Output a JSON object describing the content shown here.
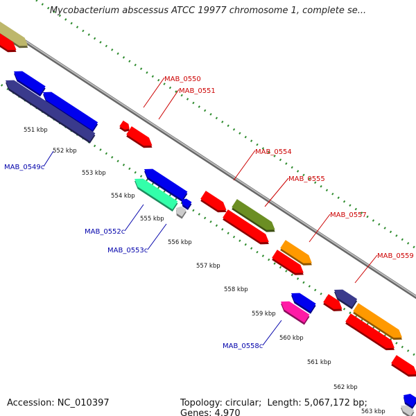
{
  "title": "Mycobacterium abscessus ATCC 19977 chromosome 1, complete se...",
  "footer": {
    "accession_label": "Accession:",
    "accession": "NC_010397",
    "topology_label": "Topology:",
    "topology": "circular;",
    "length_label": "Length:",
    "length": "5,067,172 bp;",
    "genes_label": "Genes:",
    "genes": "4,970"
  },
  "ticks": [
    {
      "label": "551 kbp"
    },
    {
      "label": "552 kbp"
    },
    {
      "label": "553 kbp"
    },
    {
      "label": "554 kbp"
    },
    {
      "label": "555 kbp"
    },
    {
      "label": "556 kbp"
    },
    {
      "label": "557 kbp"
    },
    {
      "label": "558 kbp"
    },
    {
      "label": "559 kbp"
    },
    {
      "label": "560 kbp"
    },
    {
      "label": "561 kbp"
    },
    {
      "label": "562 kbp"
    },
    {
      "label": "563 kbp"
    }
  ],
  "gene_labels": [
    {
      "text": "MAB_0550",
      "strand": "forward"
    },
    {
      "text": "MAB_0551",
      "strand": "forward"
    },
    {
      "text": "MAB_0554",
      "strand": "forward"
    },
    {
      "text": "MAB_0555",
      "strand": "forward"
    },
    {
      "text": "MAB_0557",
      "strand": "forward"
    },
    {
      "text": "MAB_0559",
      "strand": "forward"
    },
    {
      "text": "MAB_0549c",
      "strand": "reverse"
    },
    {
      "text": "MAB_0552c",
      "strand": "reverse"
    },
    {
      "text": "MAB_0553c",
      "strand": "reverse"
    },
    {
      "text": "MAB_0558c",
      "strand": "reverse"
    }
  ],
  "colors": {
    "forward_label": "#cc0000",
    "reverse_label": "#0000aa",
    "backbone": "#888888",
    "dotted_track": "#2e8b2e",
    "red": "#ff0000",
    "blue": "#0000ee",
    "navy": "#3a3a8c",
    "olive": "#6b8e23",
    "orange": "#ff9900",
    "khaki": "#bdb76b",
    "mint": "#33ffaa",
    "magenta": "#ff1aa6",
    "lightgray": "#cccccc"
  }
}
